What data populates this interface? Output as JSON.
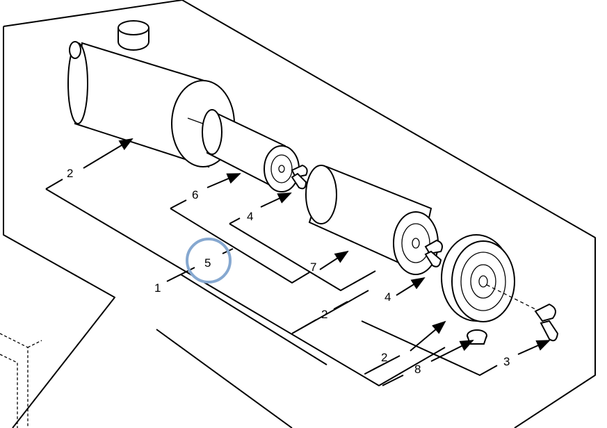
{
  "diagram": {
    "callouts": [
      "2",
      "6",
      "4",
      "7",
      "5",
      "1",
      "2",
      "4",
      "2",
      "8",
      "3"
    ],
    "highlight_color": "#86a8d0",
    "highlighted_callout": "5"
  }
}
